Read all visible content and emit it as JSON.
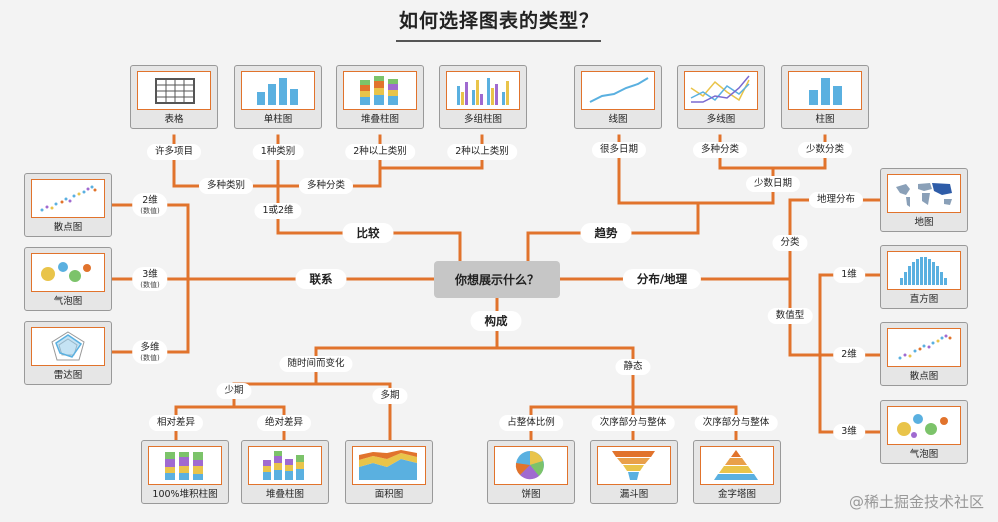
{
  "title": "如何选择图表的类型？",
  "center": "你想展示什么？",
  "categories": {
    "compare": "比较",
    "trend": "趋势",
    "relation": "联系",
    "distribution": "分布/地理",
    "composition": "构成"
  },
  "labels": {
    "many_items": "许多项目",
    "one_category": "1种类别",
    "two_plus_a": "2种以上类别",
    "two_plus_b": "2种以上类别",
    "many_categories": "多种类别",
    "many_classes": "多种分类",
    "one_or_two_dim": "1或2维",
    "many_dates": "很多日期",
    "multi_class_trend": "多种分类",
    "few_classes": "少数分类",
    "few_dates": "少数日期",
    "geo_distribution": "地理分布",
    "classify": "分类",
    "numeric": "数值型",
    "dim1": "1维",
    "dim2": "2维",
    "dim3": "3维",
    "rel2": "2维",
    "rel3": "3维",
    "relmulti": "多维",
    "num_note": "(数值)",
    "over_time": "随时间而变化",
    "static": "静态",
    "few_periods": "少期",
    "many_periods": "多期",
    "relative_diff": "相对差异",
    "absolute_diff": "绝对差异",
    "share_of_total": "占整体比例",
    "order_part_whole_a": "次序部分与整体",
    "order_part_whole_b": "次序部分与整体"
  },
  "charts": {
    "table": "表格",
    "single_bar": "单柱图",
    "stacked_bar": "堆叠柱图",
    "grouped_bar": "多组柱图",
    "line": "线图",
    "multi_line": "多线图",
    "bar": "柱图",
    "scatter": "散点图",
    "bubble": "气泡图",
    "radar": "雷达图",
    "map": "地图",
    "histogram": "直方图",
    "scatter_r": "散点图",
    "bubble_r": "气泡图",
    "stacked100": "100%堆积柱图",
    "stacked_b": "堆叠柱图",
    "area": "面积图",
    "pie": "饼图",
    "funnel": "漏斗图",
    "pyramid": "金字塔图"
  },
  "colors": {
    "line": "#e1732c",
    "frame": "#e1732c",
    "center": "#c6c6c6"
  },
  "watermark": "@稀土掘金技术社区"
}
